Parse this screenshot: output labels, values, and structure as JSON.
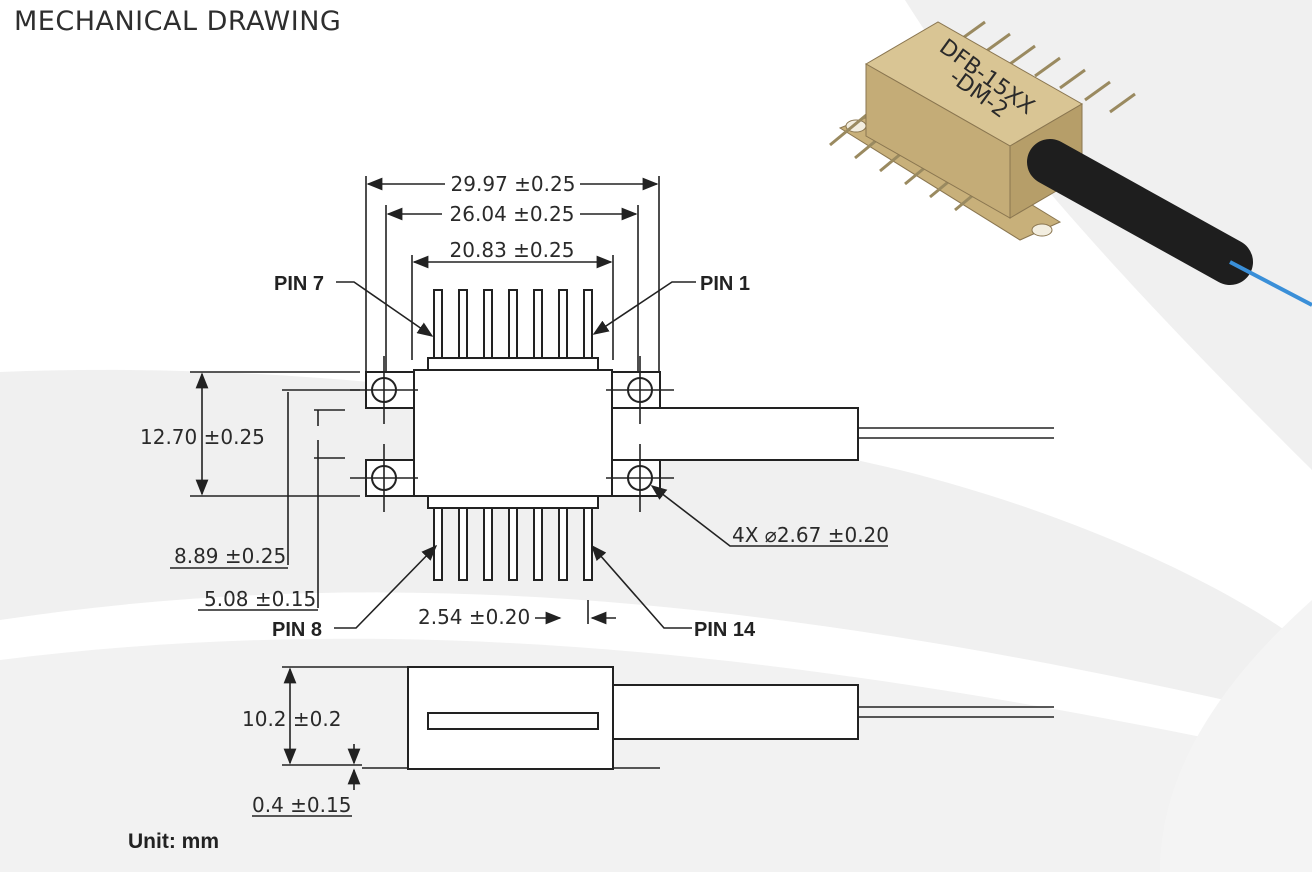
{
  "title": "MECHANICAL DRAWING",
  "unit_label": "Unit: mm",
  "pins": {
    "pin7": "PIN 7",
    "pin1": "PIN 1",
    "pin8": "PIN 8",
    "pin14": "PIN 14"
  },
  "dimensions": {
    "width_overall": "29.97 ±0.25",
    "width_holes": "26.04 ±0.25",
    "width_pins": "20.83 ±0.25",
    "height_holes": "12.70 ±0.25",
    "pin_row_spacing": "8.89 ±0.25",
    "flange_offset": "5.08 ±0.15",
    "pin_pitch": "2.54 ±0.20",
    "hole_diameter": "4X ⌀2.67 ±0.20",
    "body_height": "10.2 ±0.2",
    "flange_thickness": "0.4 ±0.15"
  },
  "product_label_line1": "DFB-15XX",
  "product_label_line2": "-DM-2",
  "colors": {
    "line": "#222222",
    "background_swoosh": "#f0f0f0",
    "package_gold": "#c9b27d",
    "cable": "#1e1e1e",
    "fiber": "#3a8fd8"
  }
}
